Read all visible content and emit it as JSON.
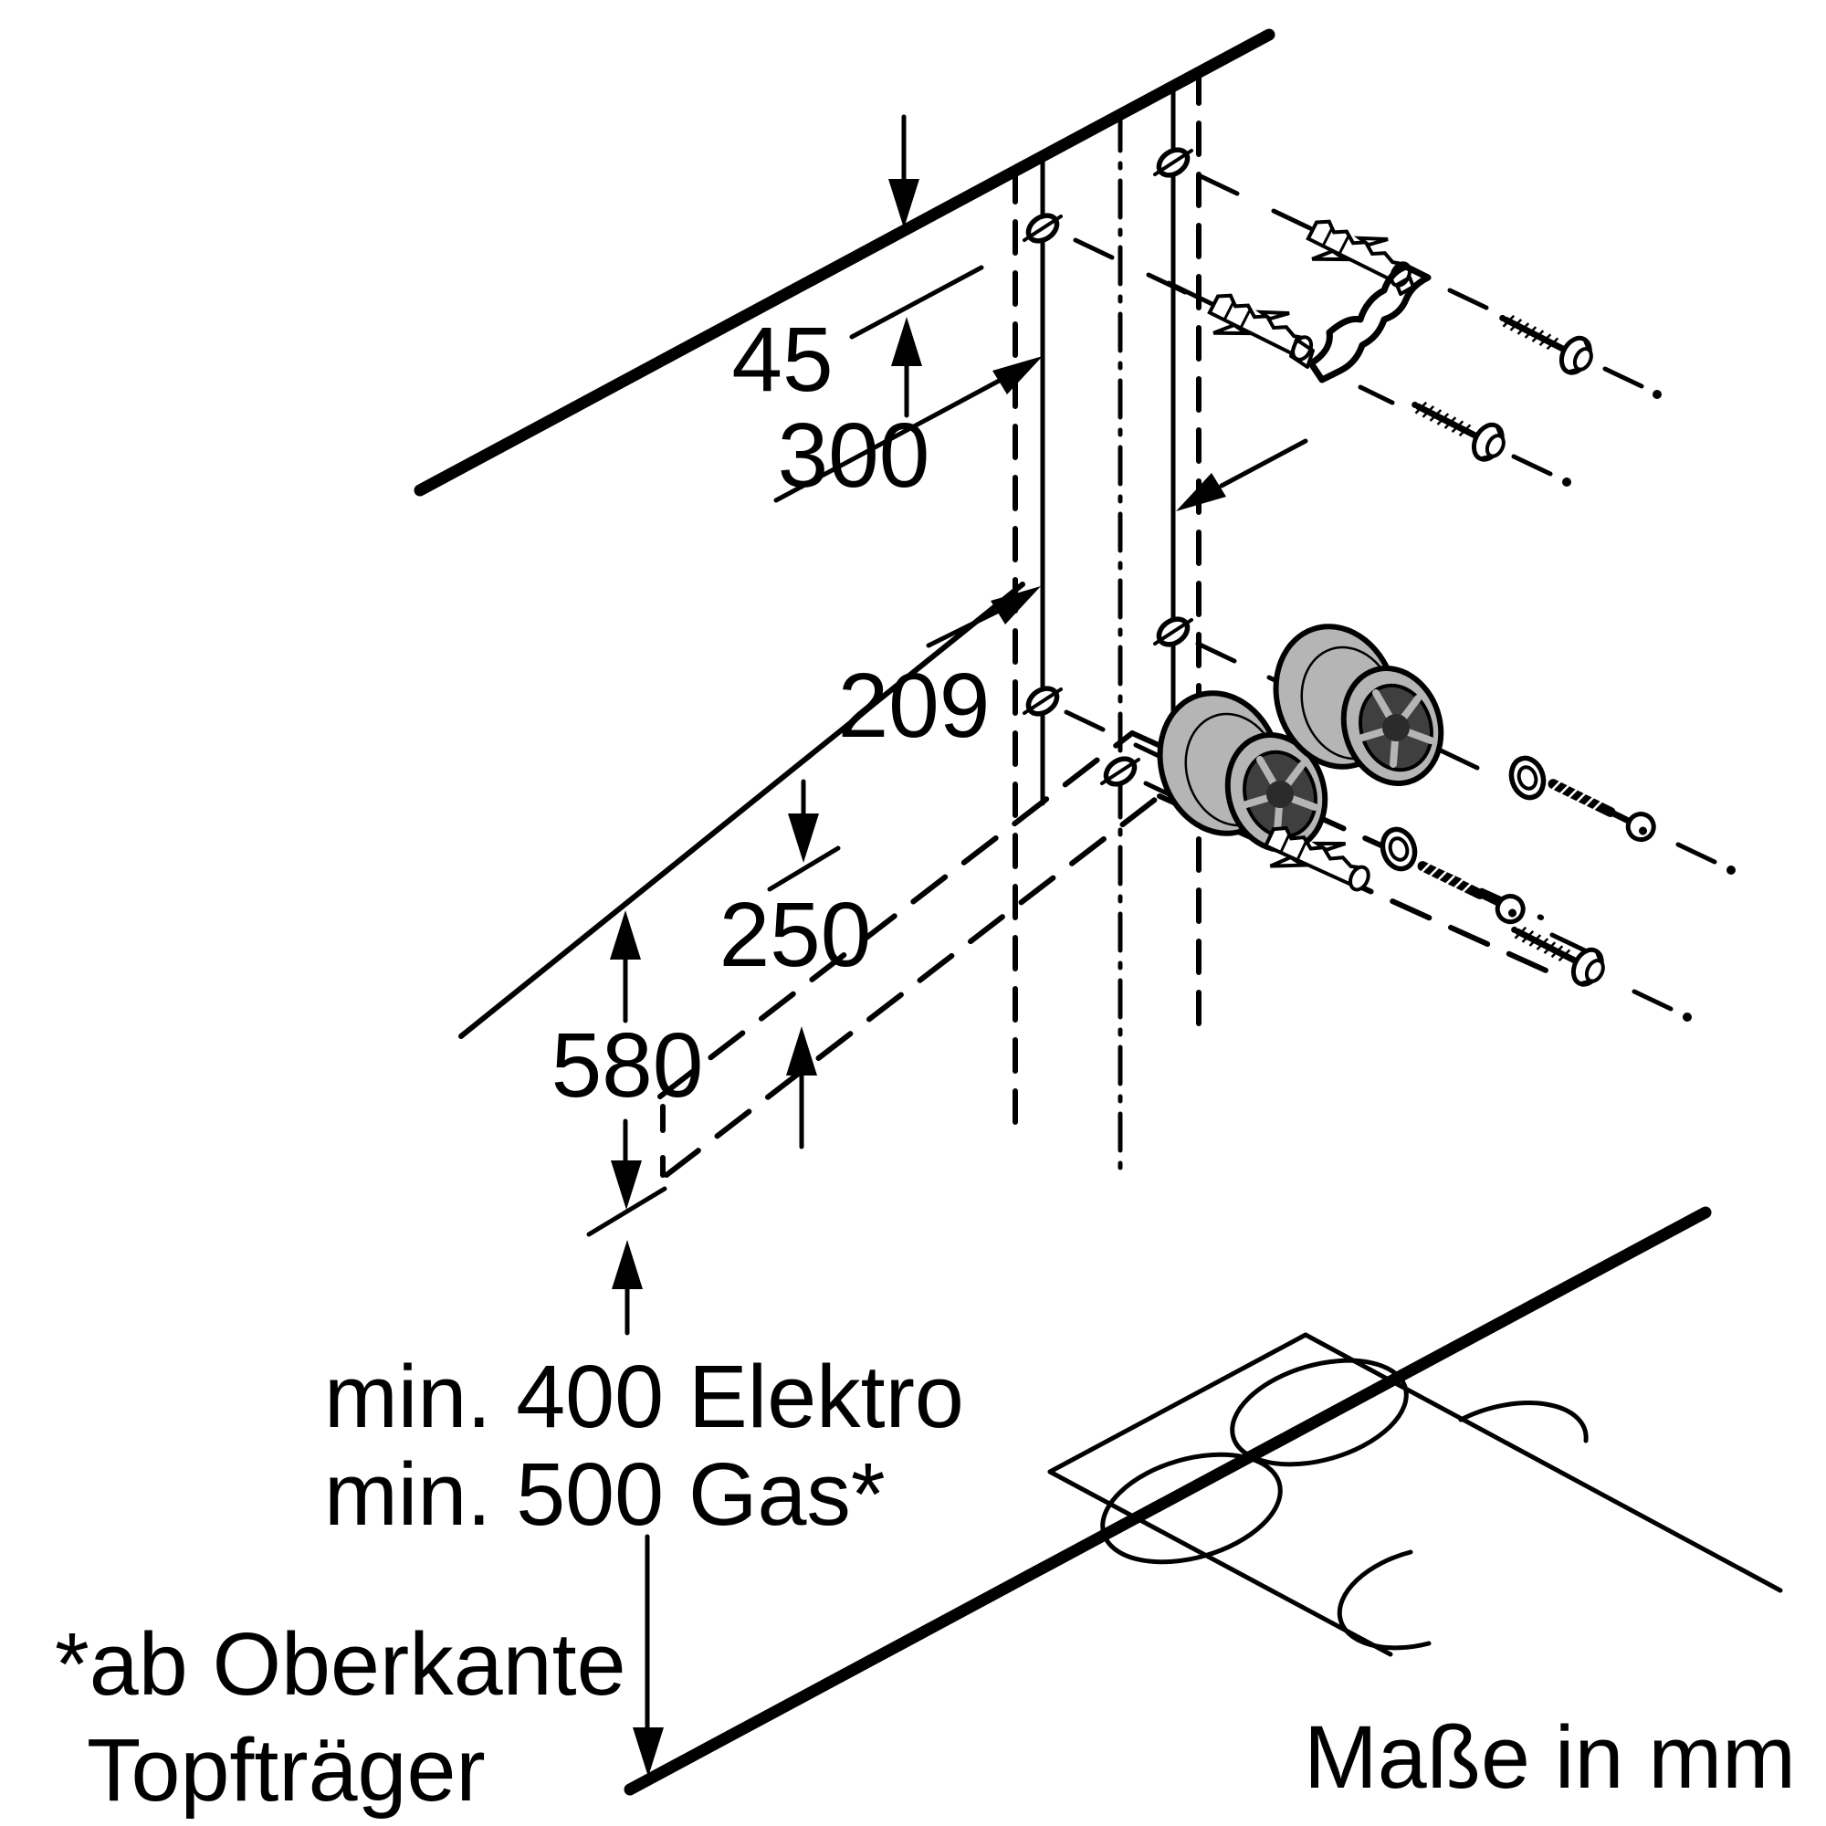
{
  "diagram": {
    "type": "installation-dimension-drawing",
    "units_note": "Maße in mm",
    "dimensions": {
      "d45": "45",
      "d300": "300",
      "d209": "209",
      "d250": "250",
      "d580": "580"
    },
    "clearances": {
      "line1": "min. 400 Elektro",
      "line2": "min. 500 Gas*"
    },
    "footnote": {
      "line1": "*ab Oberkante",
      "line2": "Topfträger"
    },
    "colors": {
      "ink": "#000000",
      "background": "#ffffff",
      "spacer_light": "#b5b5b5",
      "spacer_dark": "#3f3f3f",
      "spacer_hub": "#2b2b2b"
    },
    "parts": [
      "wall-top-edge",
      "wall-bottom-edge",
      "chimney-dashed-outline",
      "mounting-holes",
      "wall-plug",
      "mounting-bracket",
      "washer-head-screw",
      "spacer-bushing",
      "washer",
      "hanger-bolt",
      "hood-dashed-outline",
      "cooktop-with-burners"
    ]
  }
}
